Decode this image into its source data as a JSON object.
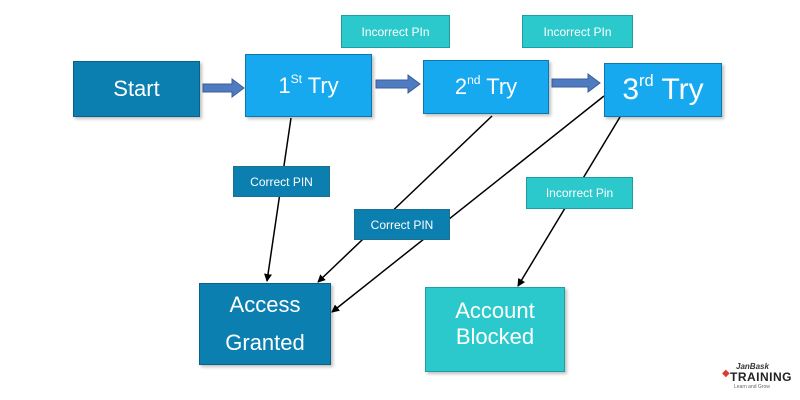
{
  "nodes": {
    "start": "Start",
    "try1": {
      "num": "1",
      "sup": "St",
      "word": "Try"
    },
    "try2": {
      "num": "2",
      "sup": "nd",
      "word": "Try"
    },
    "try3": {
      "num": "3",
      "sup": "rd",
      "word": "Try"
    },
    "access_line1": "Access",
    "access_line2": "Granted",
    "blocked_line1": "Account",
    "blocked_line2": "Blocked"
  },
  "edge_labels": {
    "incorrect_1": "Incorrect PIn",
    "incorrect_2": "Incorrect PIn",
    "correct_1": "Correct PIN",
    "correct_2": "Correct PIN",
    "incorrect_3": "Incorrect Pin"
  },
  "logo": {
    "top": "JanBask",
    "main": "TRAINING",
    "sub": "Learn and Grow"
  },
  "colors": {
    "dark_node": "#0a7fb0",
    "bright_node": "#17a9ef",
    "teal_node": "#2cc9cc",
    "arrow_blue": "#4f7bc0"
  }
}
